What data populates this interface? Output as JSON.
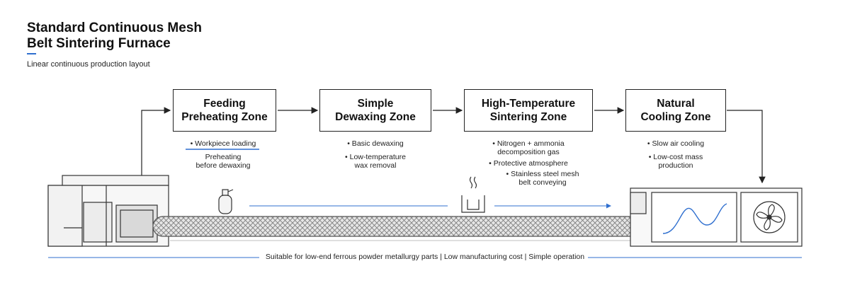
{
  "title_line1": "Standard Continuous Mesh",
  "title_line2": "Belt Sintering Furnace",
  "subtitle": "Linear continuous production layout",
  "zones": [
    {
      "title": "Feeding\nPreheating Zone",
      "bullets": [
        "• Workpiece loading",
        "Preheating\nbefore dewaxing"
      ]
    },
    {
      "title": "Simple\nDewaxing Zone",
      "bullets": [
        "• Basic dewaxing",
        "• Low-temperature\nwax removal"
      ]
    },
    {
      "title": "High-Temperature\nSintering Zone",
      "bullets": [
        "• Nitrogen + ammonia\ndecomposition gas",
        "• Protective atmosphere",
        "• Stainless steel mesh\nbelt conveying"
      ]
    },
    {
      "title": "Natural\nCooling Zone",
      "bullets": [
        "• Slow air cooling",
        "• Low-cost mass\nproduction"
      ]
    }
  ],
  "footer_note": "Suitable for low-end ferrous powder metallurgy parts | Low manufacturing cost | Simple operation",
  "colors": {
    "accent": "#2f6fcf",
    "line": "#222222",
    "belt": "#e4e4e4"
  },
  "icons": [
    "gas-cylinder-icon",
    "wax-heater-icon",
    "cooling-fan-icon",
    "cooling-curve-icon"
  ]
}
